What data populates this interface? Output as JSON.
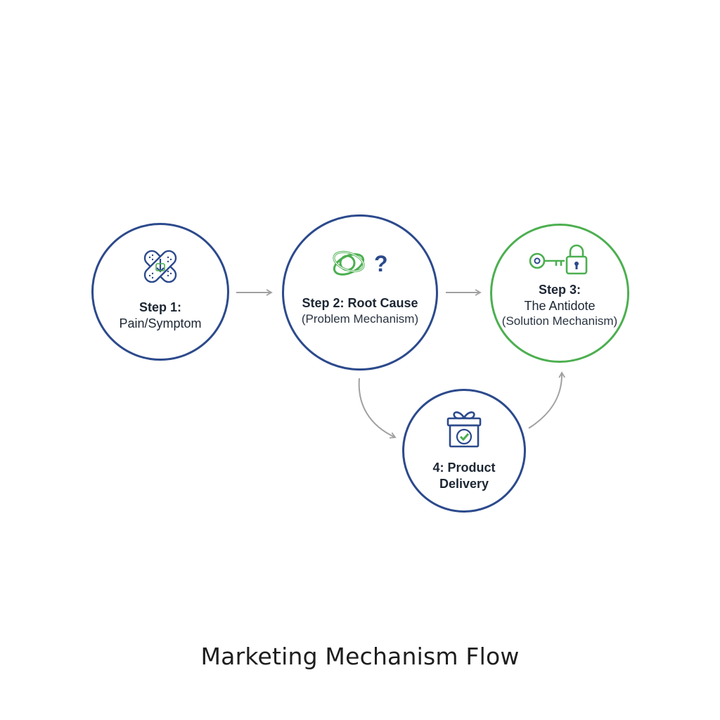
{
  "diagram": {
    "title": "Marketing Mechanism Flow",
    "nodes": [
      {
        "id": "step1",
        "line1": "Step 1:",
        "line2": "Pain/Symptom",
        "icon": "crossed-bandages-icon",
        "color": "#2c4a8c"
      },
      {
        "id": "step2",
        "line1": "Step 2: Root Cause",
        "line2": "(Problem Mechanism)",
        "icon": "tangled-knot-question-icon",
        "color": "#2c4a8c"
      },
      {
        "id": "step3",
        "line1": "Step 3:",
        "line2": "The Antidote",
        "line3": "(Solution Mechanism)",
        "icon": "key-padlock-icon",
        "color": "#4caf50"
      },
      {
        "id": "step4",
        "line1": "4: Product",
        "line2": "Delivery",
        "icon": "gift-box-check-icon",
        "color": "#2c4a8c"
      }
    ],
    "edges": [
      {
        "from": "step1",
        "to": "step2"
      },
      {
        "from": "step2",
        "to": "step3"
      },
      {
        "from": "step2",
        "to": "step4"
      },
      {
        "from": "step4",
        "to": "step3"
      }
    ],
    "colors": {
      "primary": "#2c4a8c",
      "accent": "#4caf50",
      "arrow": "#a0a0a0"
    }
  }
}
